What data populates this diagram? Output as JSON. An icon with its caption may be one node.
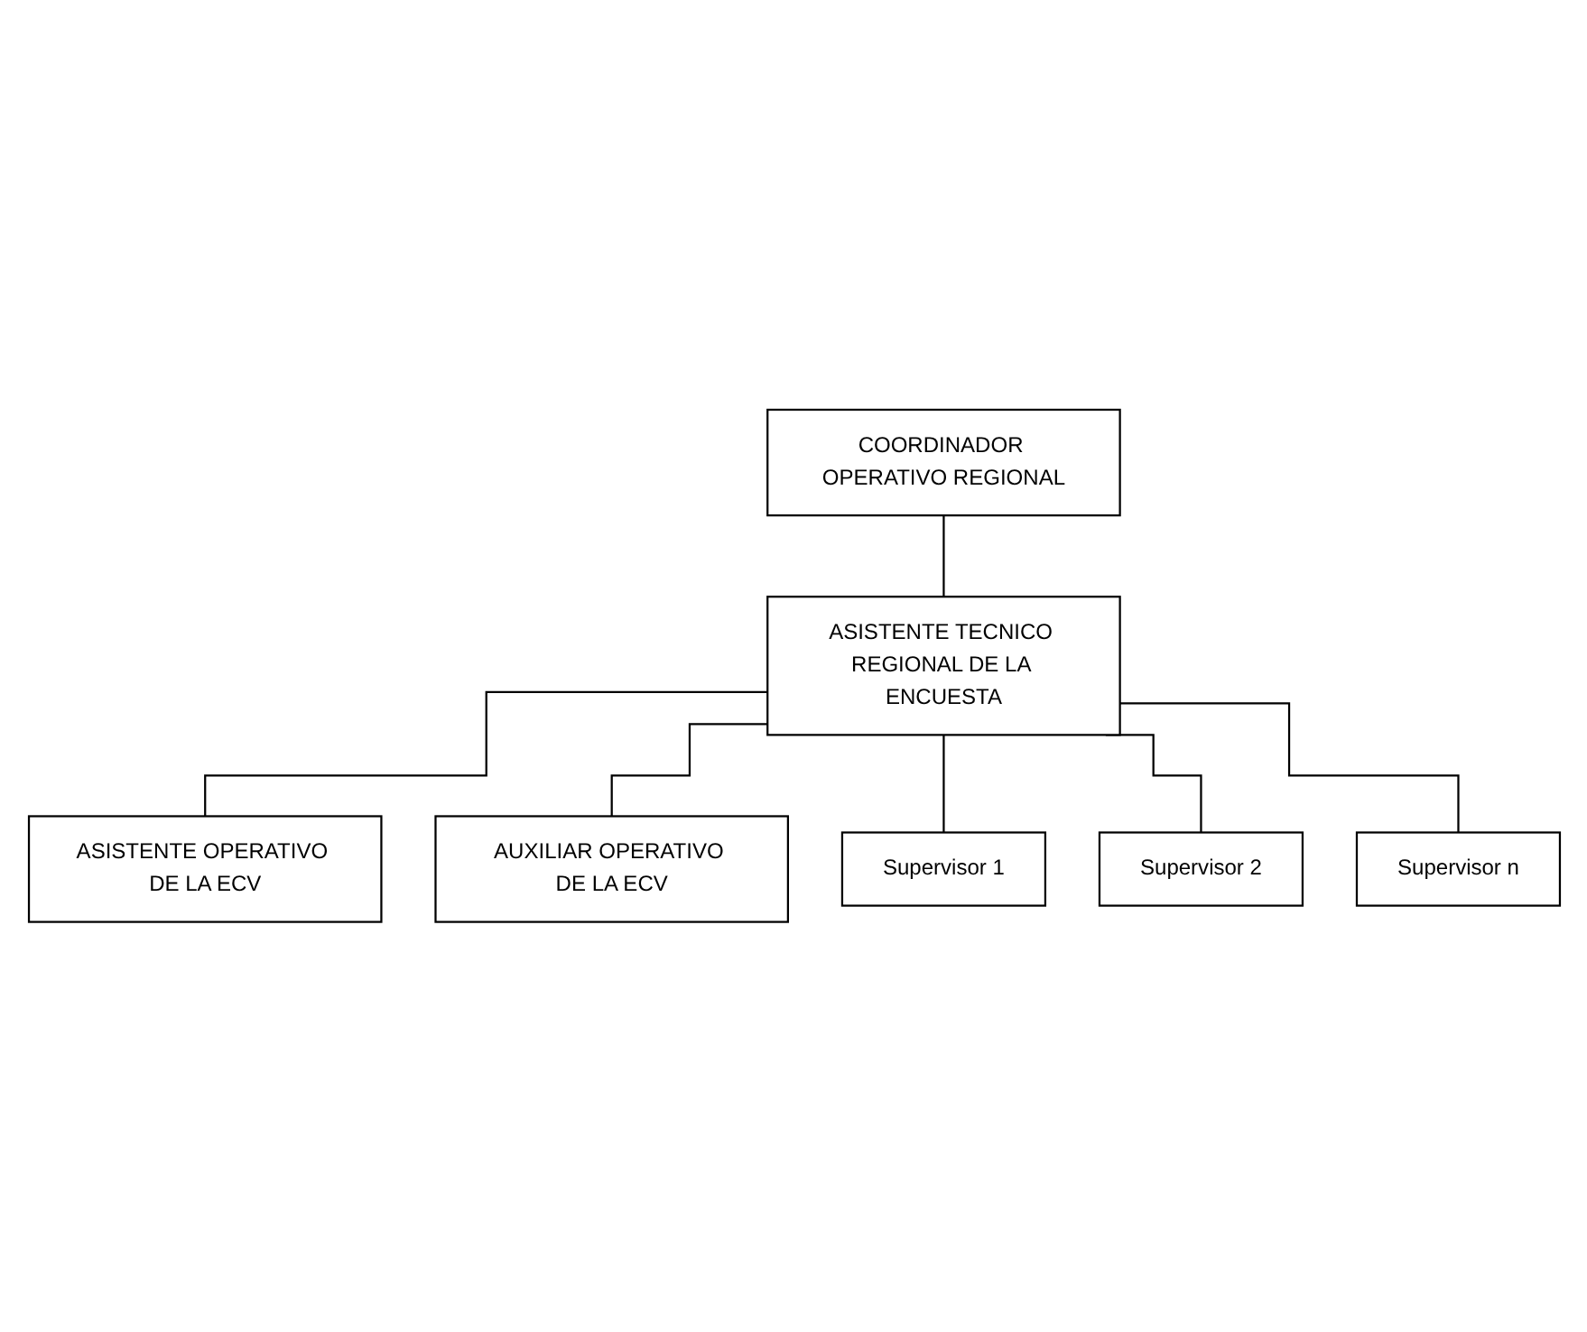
{
  "diagram": {
    "nodes": [
      {
        "text": [
          "COORDINADOR OPERATIVO REGIONAL"
        ]
      },
      {
        "text": [
          "ASISTENTE TECNICO REGIONAL DE LA ENCUESTA"
        ]
      },
      {
        "text": [
          "ASISTENTE OPERATIVO DE LA ECV"
        ]
      },
      {
        "text": [
          "AUXILIAR OPERATIVO DE LA ECV"
        ]
      },
      {
        "text": [
          "Supervisor 1"
        ]
      },
      {
        "text": [
          "Supervisor 2"
        ]
      },
      {
        "text": [
          "Supervisor n"
        ]
      }
    ],
    "edges": [
      {
        "from": 0,
        "to": 1,
        "arrow": "none"
      },
      {
        "from": 1,
        "to": 2,
        "arrow": "none"
      },
      {
        "from": 1,
        "to": 3,
        "arrow": "none"
      },
      {
        "from": 1,
        "to": 4,
        "arrow": "none"
      },
      {
        "from": 1,
        "to": 5,
        "arrow": "none"
      },
      {
        "from": 1,
        "to": 6,
        "arrow": "none"
      }
    ]
  }
}
